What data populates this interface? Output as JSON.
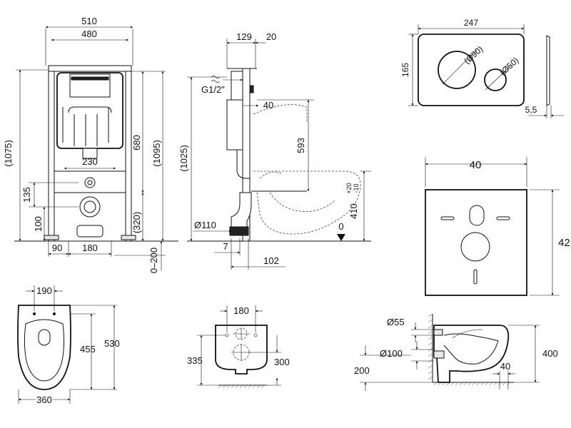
{
  "frame_front": {
    "width_outer": "510",
    "width_inner": "480",
    "height_left": "(1075)",
    "height_1095": "(1095)",
    "height_680": "680",
    "height_320": "(320)",
    "dim_230": "230",
    "dim_135": "135",
    "dim_100": "100",
    "dim_90": "90",
    "dim_180": "180",
    "dim_0_200": "0–200"
  },
  "frame_side": {
    "dim_129": "129",
    "dim_20": "20",
    "thread": "G1/2\"",
    "dim_1025": "(1025)",
    "dim_40": "40",
    "dim_593": "593",
    "dim_110": "Ø110",
    "dim_7": "7",
    "dim_102": "102",
    "dim_0": "0",
    "dim_410": "410",
    "tol_plus": "+20",
    "tol_minus": "-10"
  },
  "flush_plate": {
    "width": "247",
    "height": "165",
    "big_button": "(Ø90)",
    "small_button": "(Ø50)",
    "thickness": "5,5"
  },
  "template": {
    "width": "40",
    "height": "42"
  },
  "bowl_top": {
    "dim_190": "190",
    "dim_455": "455",
    "dim_530": "530",
    "dim_360": "360"
  },
  "bowl_back": {
    "dim_180": "180",
    "dim_335": "335",
    "dim_300": "300"
  },
  "bowl_side": {
    "dim_55": "Ø55",
    "dim_100": "Ø100",
    "dim_200": "200",
    "dim_40": "40",
    "dim_400": "400"
  }
}
